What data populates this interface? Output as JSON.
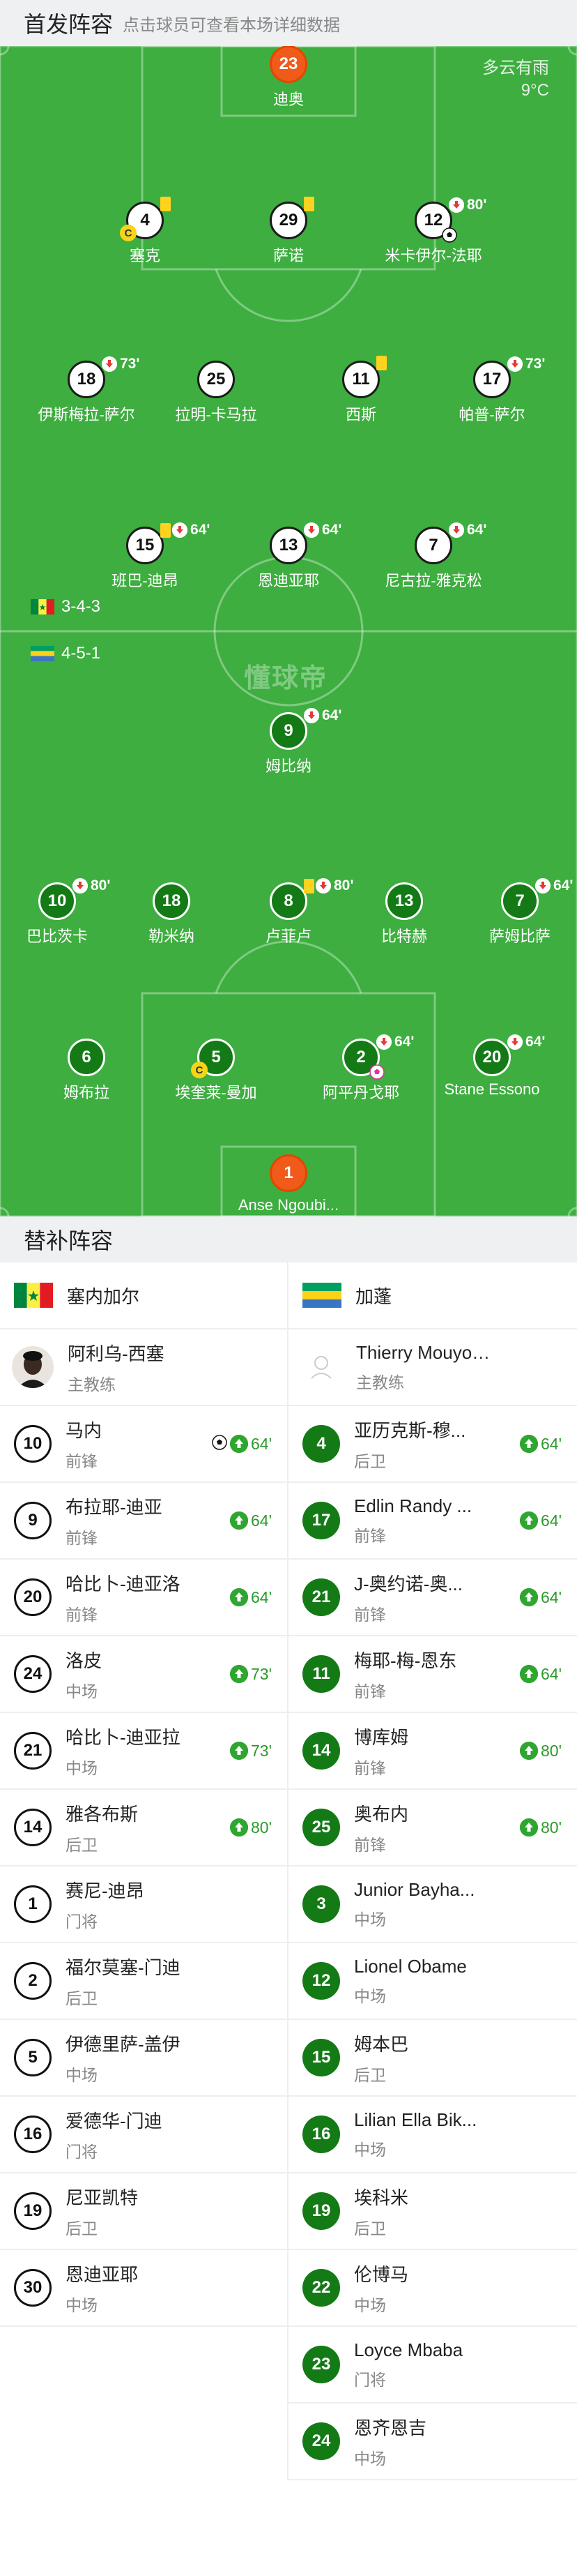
{
  "header": {
    "title": "首发阵容",
    "hint": "点击球员可查看本场详细数据"
  },
  "weather": {
    "condition": "多云有雨",
    "temp": "9°C"
  },
  "watermark": "懂球帝",
  "formations": {
    "home": "3-4-3",
    "away": "4-5-1"
  },
  "colors": {
    "pitch": "#3dae3f",
    "gk": "#f05a1a",
    "away_kit": "#137a16",
    "sub_in": "#2fa62f"
  },
  "pitch_players": [
    {
      "num": "23",
      "name": "迪奥",
      "team": "home",
      "gk": true
    },
    {
      "num": "4",
      "name": "塞克",
      "team": "home",
      "yellow": true,
      "captain": true,
      "cap_label": "C"
    },
    {
      "num": "29",
      "name": "萨诺",
      "team": "home",
      "yellow": true
    },
    {
      "num": "12",
      "name": "米卡伊尔-法耶",
      "team": "home",
      "out": "80'",
      "goal": true
    },
    {
      "num": "18",
      "name": "伊斯梅拉-萨尔",
      "team": "home",
      "out": "73'"
    },
    {
      "num": "25",
      "name": "拉明-卡马拉",
      "team": "home"
    },
    {
      "num": "11",
      "name": "西斯",
      "team": "home",
      "yellow": true
    },
    {
      "num": "17",
      "name": "帕普-萨尔",
      "team": "home",
      "out": "73'"
    },
    {
      "num": "15",
      "name": "班巴-迪昂",
      "team": "home",
      "yellow": true,
      "out": "64'"
    },
    {
      "num": "13",
      "name": "恩迪亚耶",
      "team": "home",
      "out": "64'"
    },
    {
      "num": "7",
      "name": "尼古拉-雅克松",
      "team": "home",
      "out": "64'"
    },
    {
      "num": "9",
      "name": "姆比纳",
      "team": "away",
      "out": "64'"
    },
    {
      "num": "10",
      "name": "巴比茨卡",
      "team": "away",
      "out": "80'"
    },
    {
      "num": "18",
      "name": "勒米纳",
      "team": "away"
    },
    {
      "num": "8",
      "name": "卢菲卢",
      "team": "away",
      "yellow": true,
      "out": "80'"
    },
    {
      "num": "13",
      "name": "比特赫",
      "team": "away"
    },
    {
      "num": "7",
      "name": "萨姆比萨",
      "team": "away",
      "out": "64'"
    },
    {
      "num": "6",
      "name": "姆布拉",
      "team": "away"
    },
    {
      "num": "5",
      "name": "埃奎莱-曼加",
      "team": "away",
      "captain": true,
      "cap_label": "C"
    },
    {
      "num": "2",
      "name": "阿平丹戈耶",
      "team": "away",
      "out": "64'",
      "own_goal": true
    },
    {
      "num": "20",
      "name": "Stane Essono",
      "team": "away",
      "out": "64'"
    },
    {
      "num": "1",
      "name": "Anse Ngoubi...",
      "team": "away",
      "gk": true
    }
  ],
  "subs_header": {
    "title": "替补阵容"
  },
  "home": {
    "team": "塞内加尔",
    "coach": {
      "name": "阿利乌-西塞",
      "role": "主教练"
    },
    "subs": [
      {
        "num": "10",
        "name": "马内",
        "pos": "前锋",
        "in": "64'",
        "goal": true
      },
      {
        "num": "9",
        "name": "布拉耶-迪亚",
        "pos": "前锋",
        "in": "64'"
      },
      {
        "num": "20",
        "name": "哈比卜-迪亚洛",
        "pos": "前锋",
        "in": "64'"
      },
      {
        "num": "24",
        "name": "洛皮",
        "pos": "中场",
        "in": "73'"
      },
      {
        "num": "21",
        "name": "哈比卜-迪亚拉",
        "pos": "中场",
        "in": "73'"
      },
      {
        "num": "14",
        "name": "雅各布斯",
        "pos": "后卫",
        "in": "80'"
      },
      {
        "num": "1",
        "name": "赛尼-迪昂",
        "pos": "门将"
      },
      {
        "num": "2",
        "name": "福尔莫塞-门迪",
        "pos": "后卫"
      },
      {
        "num": "5",
        "name": "伊德里萨-盖伊",
        "pos": "中场"
      },
      {
        "num": "16",
        "name": "爱德华-门迪",
        "pos": "门将"
      },
      {
        "num": "19",
        "name": "尼亚凯特",
        "pos": "后卫"
      },
      {
        "num": "30",
        "name": "恩迪亚耶",
        "pos": "中场"
      }
    ]
  },
  "away": {
    "team": "加蓬",
    "coach": {
      "name": "Thierry Mouyouma",
      "role": "主教练"
    },
    "subs": [
      {
        "num": "4",
        "name": "亚历克斯-穆...",
        "pos": "后卫",
        "in": "64'"
      },
      {
        "num": "17",
        "name": "Edlin Randy ...",
        "pos": "前锋",
        "in": "64'"
      },
      {
        "num": "21",
        "name": "J-奥约诺-奥...",
        "pos": "前锋",
        "in": "64'"
      },
      {
        "num": "11",
        "name": "梅耶-梅-恩东",
        "pos": "前锋",
        "in": "64'"
      },
      {
        "num": "14",
        "name": "博库姆",
        "pos": "前锋",
        "in": "80'"
      },
      {
        "num": "25",
        "name": "奥布内",
        "pos": "前锋",
        "in": "80'"
      },
      {
        "num": "3",
        "name": "Junior Bayha...",
        "pos": "中场"
      },
      {
        "num": "12",
        "name": "Lionel Obame",
        "pos": "中场"
      },
      {
        "num": "15",
        "name": "姆本巴",
        "pos": "后卫"
      },
      {
        "num": "16",
        "name": "Lilian Ella Bik...",
        "pos": "中场"
      },
      {
        "num": "19",
        "name": "埃科米",
        "pos": "后卫"
      },
      {
        "num": "22",
        "name": "伦博马",
        "pos": "中场"
      },
      {
        "num": "23",
        "name": "Loyce Mbaba",
        "pos": "门将"
      },
      {
        "num": "24",
        "name": "恩齐恩吉",
        "pos": "中场"
      }
    ]
  }
}
